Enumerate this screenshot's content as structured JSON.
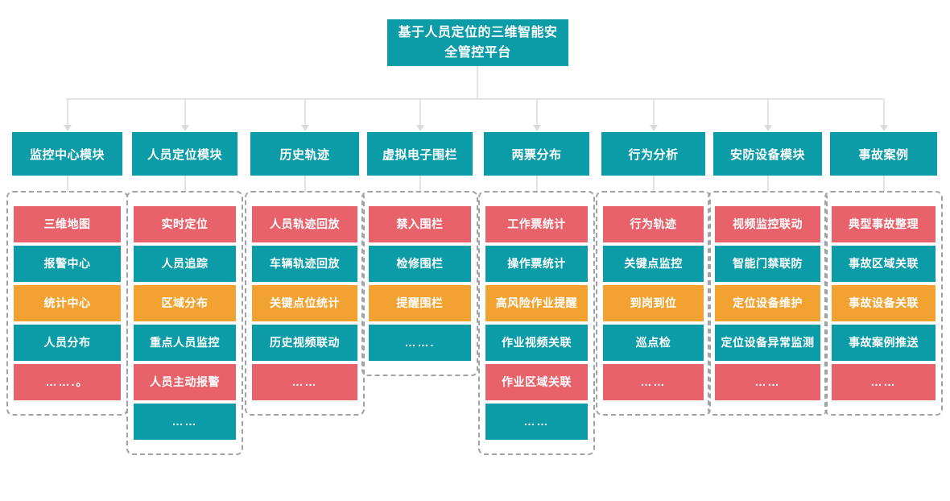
{
  "diagram": {
    "title": "基于人员定位的三维智能安全管控平台",
    "colors": {
      "teal": "#0B9CA8",
      "red": "#E8626C",
      "orange": "#F2A230",
      "connector": "#E2E3E5",
      "dashed_border": "#9FA2A6",
      "background": "#FFFFFF"
    },
    "columns": [
      {
        "header": "监控中心模块",
        "items": [
          {
            "label": "三维地图",
            "color": "red"
          },
          {
            "label": "报警中心",
            "color": "teal"
          },
          {
            "label": "统计中心",
            "color": "orange"
          },
          {
            "label": "人员分布",
            "color": "teal"
          },
          {
            "label": "…….。",
            "color": "red"
          }
        ]
      },
      {
        "header": "人员定位模块",
        "items": [
          {
            "label": "实时定位",
            "color": "red"
          },
          {
            "label": "人员追踪",
            "color": "teal"
          },
          {
            "label": "区域分布",
            "color": "orange"
          },
          {
            "label": "重点人员监控",
            "color": "teal"
          },
          {
            "label": "人员主动报警",
            "color": "red"
          },
          {
            "label": "……",
            "color": "teal"
          }
        ]
      },
      {
        "header": "历史轨迹",
        "items": [
          {
            "label": "人员轨迹回放",
            "color": "red"
          },
          {
            "label": "车辆轨迹回放",
            "color": "teal"
          },
          {
            "label": "关键点位统计",
            "color": "orange"
          },
          {
            "label": "历史视频联动",
            "color": "teal"
          },
          {
            "label": "……",
            "color": "red"
          }
        ]
      },
      {
        "header": "虚拟电子围栏",
        "items": [
          {
            "label": "禁入围栏",
            "color": "red"
          },
          {
            "label": "检修围栏",
            "color": "teal"
          },
          {
            "label": "提醒围栏",
            "color": "orange"
          },
          {
            "label": "…….",
            "color": "teal"
          }
        ]
      },
      {
        "header": "两票分布",
        "items": [
          {
            "label": "工作票统计",
            "color": "red"
          },
          {
            "label": "操作票统计",
            "color": "teal"
          },
          {
            "label": "高风险作业提醒",
            "color": "orange"
          },
          {
            "label": "作业视频关联",
            "color": "teal"
          },
          {
            "label": "作业区域关联",
            "color": "red"
          },
          {
            "label": "……",
            "color": "teal"
          }
        ]
      },
      {
        "header": "行为分析",
        "items": [
          {
            "label": "行为轨迹",
            "color": "red"
          },
          {
            "label": "关键点监控",
            "color": "teal"
          },
          {
            "label": "到岗到位",
            "color": "orange"
          },
          {
            "label": "巡点检",
            "color": "teal"
          },
          {
            "label": "……",
            "color": "red"
          }
        ]
      },
      {
        "header": "安防设备模块",
        "items": [
          {
            "label": "视频监控联动",
            "color": "red"
          },
          {
            "label": "智能门禁联防",
            "color": "teal"
          },
          {
            "label": "定位设备维护",
            "color": "orange"
          },
          {
            "label": "定位设备异常监测",
            "color": "teal"
          },
          {
            "label": "……",
            "color": "red"
          }
        ]
      },
      {
        "header": "事故案例",
        "items": [
          {
            "label": "典型事故整理",
            "color": "red"
          },
          {
            "label": "事故区域关联",
            "color": "teal"
          },
          {
            "label": "事故设备关联",
            "color": "orange"
          },
          {
            "label": "事故案例推送",
            "color": "teal"
          },
          {
            "label": "……",
            "color": "red"
          }
        ]
      }
    ]
  }
}
